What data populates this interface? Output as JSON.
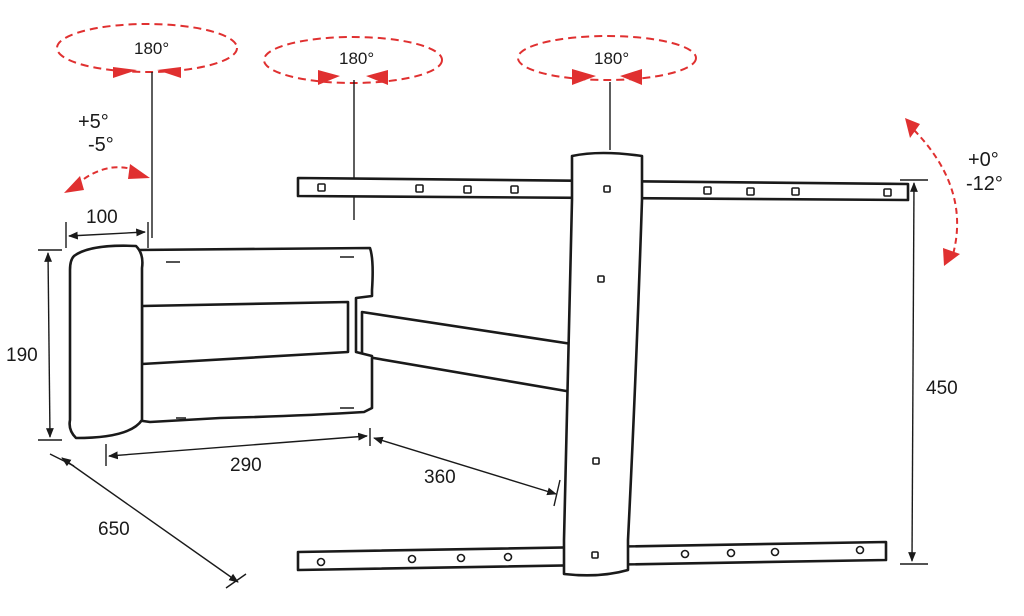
{
  "rotations": {
    "left": "180°",
    "middle": "180°",
    "right": "180°"
  },
  "swivel": {
    "plus": "+5°",
    "minus": "-5°"
  },
  "tilt": {
    "plus": "+0°",
    "minus": "-12°"
  },
  "dimensions": {
    "wall_plate_width": "100",
    "wall_plate_height": "190",
    "arm_inner": "290",
    "arm_outer": "360",
    "extension": "650",
    "vesa_height": "450"
  },
  "colors": {
    "outline": "#1a1a1a",
    "accent": "#e03030"
  }
}
